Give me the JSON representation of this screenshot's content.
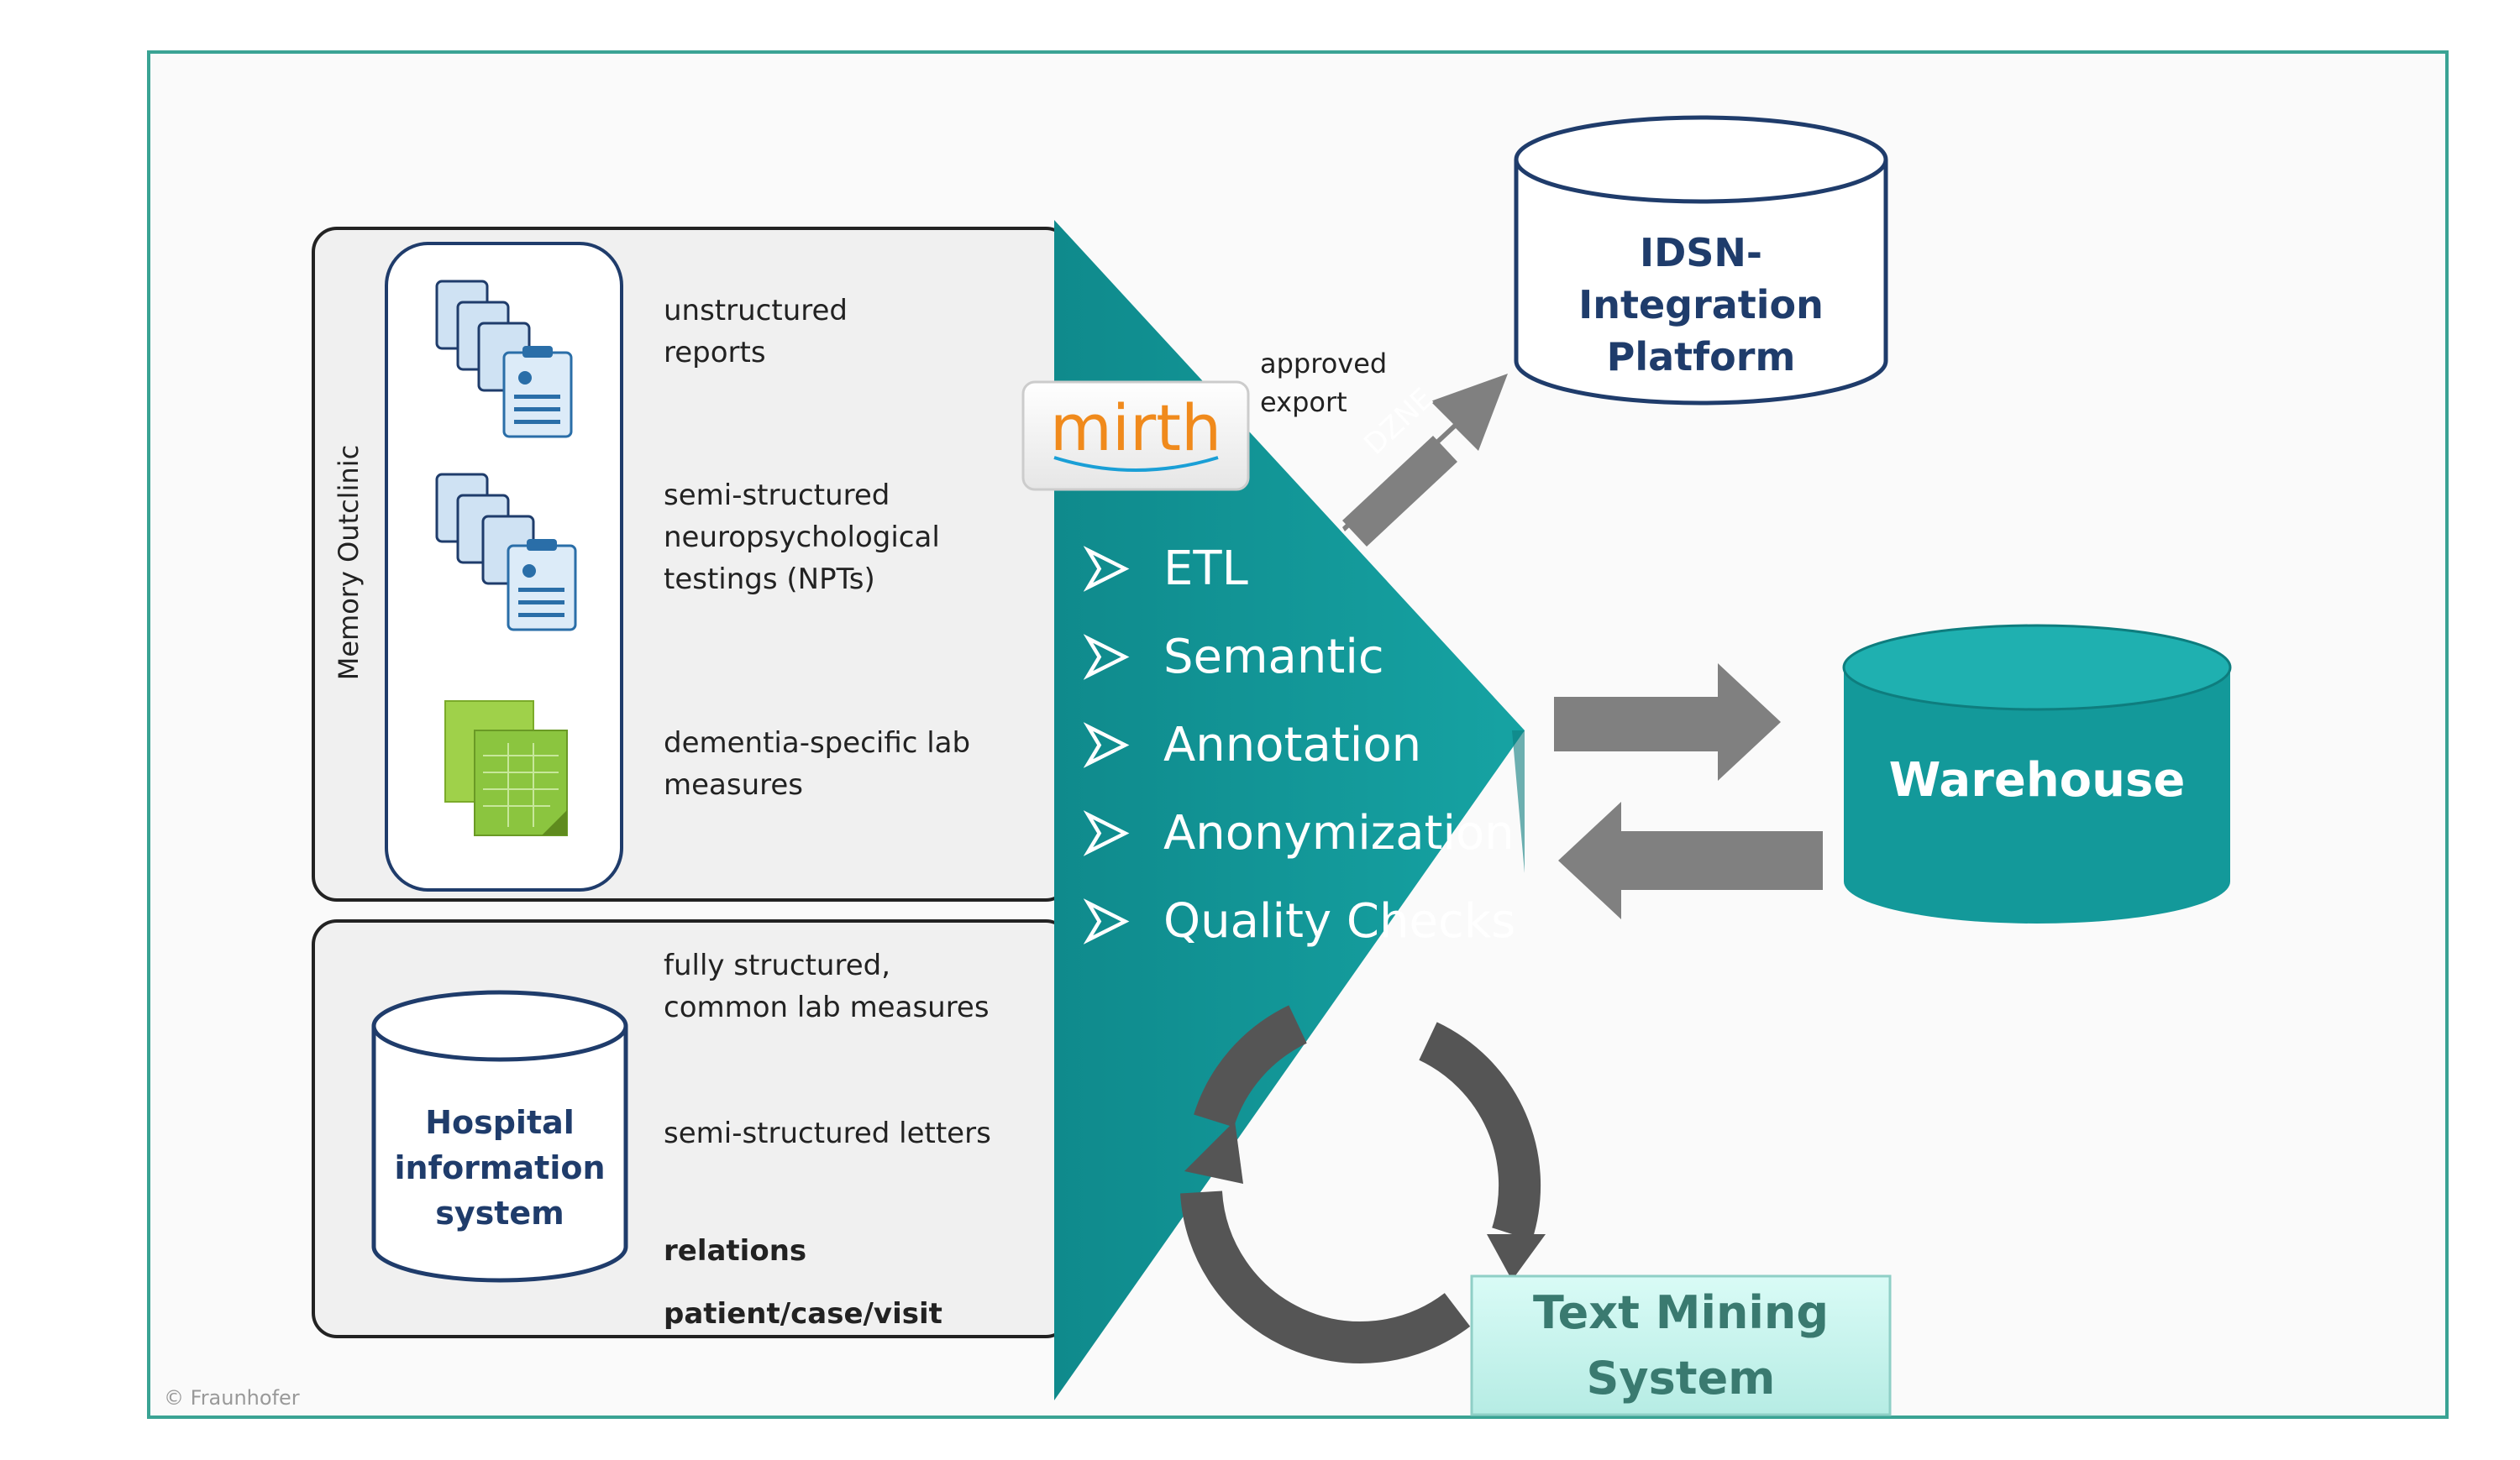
{
  "memory_outclinic": {
    "label": "Memory Outclinic",
    "items": [
      {
        "icon": "clipboard-reports-icon",
        "text": "unstructured\nreports"
      },
      {
        "icon": "clipboard-tests-icon",
        "text": "semi-structured\nneuropsychological\ntestings (NPTs)"
      },
      {
        "icon": "spreadsheet-icon",
        "text": "dementia-specific lab\nmeasures"
      }
    ]
  },
  "hospital": {
    "label": "Hospital\ninformation\nsystem",
    "items": [
      "fully structured,\ncommon lab measures",
      "semi-structured letters",
      "relations",
      "patient/case/visit"
    ]
  },
  "mirth": {
    "logo_text": "mirth",
    "color": "#f08a1c"
  },
  "export": {
    "label": "approved\nexport",
    "arrow_label": "DZNE"
  },
  "idsn": {
    "label": "IDSN- Integration\nPlatform"
  },
  "etl_steps": [
    "ETL",
    "Semantic",
    "Annotation",
    "Anonymization",
    "Quality Checks"
  ],
  "warehouse": {
    "label": "Warehouse"
  },
  "text_mining": {
    "label": "Text Mining\nSystem"
  },
  "copyright": "© Fraunhofer",
  "colors": {
    "teal": "#13999a",
    "teal_dark": "#0e7d7e",
    "grey_arrow": "#808080",
    "frame": "#3aa394",
    "navy": "#1f3c6b",
    "mint": "#c8f4ef"
  }
}
